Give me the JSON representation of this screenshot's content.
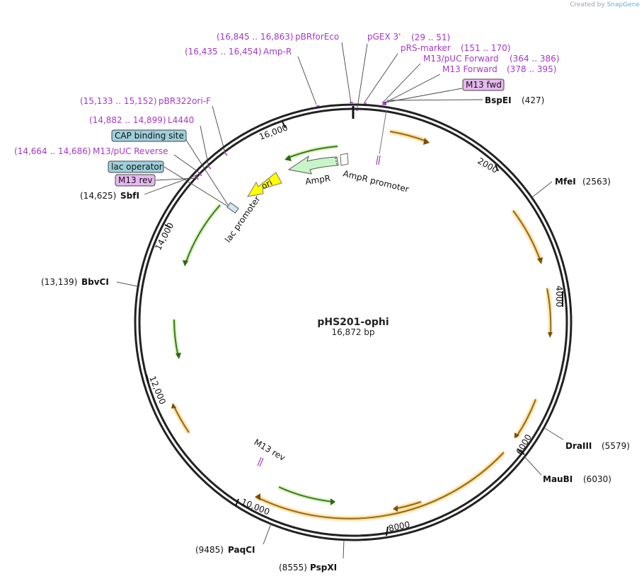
{
  "credit": {
    "prefix": "Created by",
    "brand": "SnapGene"
  },
  "plasmid": {
    "name": "pHS201-ophi",
    "length_label": "16,872 bp"
  },
  "ticks": [
    {
      "label": "2000"
    },
    {
      "label": "4000"
    },
    {
      "label": "6000"
    },
    {
      "label": "8000"
    },
    {
      "label": "10,000"
    },
    {
      "label": "12,000"
    },
    {
      "label": "14,000"
    },
    {
      "label": "16,000"
    }
  ],
  "enzymes": [
    {
      "name": "BspEI",
      "pos": "(427)"
    },
    {
      "name": "MfeI",
      "pos": "(2563)"
    },
    {
      "name": "DraIII",
      "pos": "(5579)"
    },
    {
      "name": "MauBI",
      "pos": "(6030)"
    },
    {
      "name": "PspXI",
      "pos": "(8555)"
    },
    {
      "name": "PaqCI",
      "pos": "(9485)"
    },
    {
      "name": "BbvCI",
      "pos": "(13,139)"
    },
    {
      "name": "SbfI",
      "pos": "(14,625)"
    }
  ],
  "primers_top": [
    {
      "name": "pBRforEco",
      "range": "(16,845 .. 16,863)"
    },
    {
      "name": "pGEX 3'",
      "range": "(29 .. 51)"
    },
    {
      "name": "Amp-R",
      "range": "(16,435 .. 16,454)"
    },
    {
      "name": "pRS-marker",
      "range": "(151 .. 170)"
    },
    {
      "name": "M13/pUC Forward",
      "range": "(364 .. 386)"
    },
    {
      "name": "M13 Forward",
      "range": "(378 .. 395)"
    }
  ],
  "primers_left": [
    {
      "name": "pBR322ori-F",
      "range": "(15,133 .. 15,152)"
    },
    {
      "name": "L4440",
      "range": "(14,882 .. 14,899)"
    },
    {
      "name": "M13/pUC Reverse",
      "range": "(14,664 .. 14,686)"
    }
  ],
  "boxed_features": [
    {
      "name": "M13 fwd",
      "kind": "primer"
    },
    {
      "name": "CAP binding site",
      "kind": "protein-bind"
    },
    {
      "name": "lac operator",
      "kind": "protein-bind"
    },
    {
      "name": "M13 rev",
      "kind": "primer"
    }
  ],
  "features": [
    {
      "name": "AmpR"
    },
    {
      "name": "AmpR promoter"
    },
    {
      "name": "ori"
    },
    {
      "name": "lac promoter"
    },
    {
      "name": "M13 rev"
    }
  ],
  "colors": {
    "orf_orange": "#f0a830",
    "orf_green": "#7ec84a",
    "ampr_fill": "#c8f5c8",
    "ori_fill": "#ffff00",
    "primer_purple": "#a338c9",
    "primer_box": "#e8b8f0",
    "protein_bind_box": "#9ed0dc"
  }
}
